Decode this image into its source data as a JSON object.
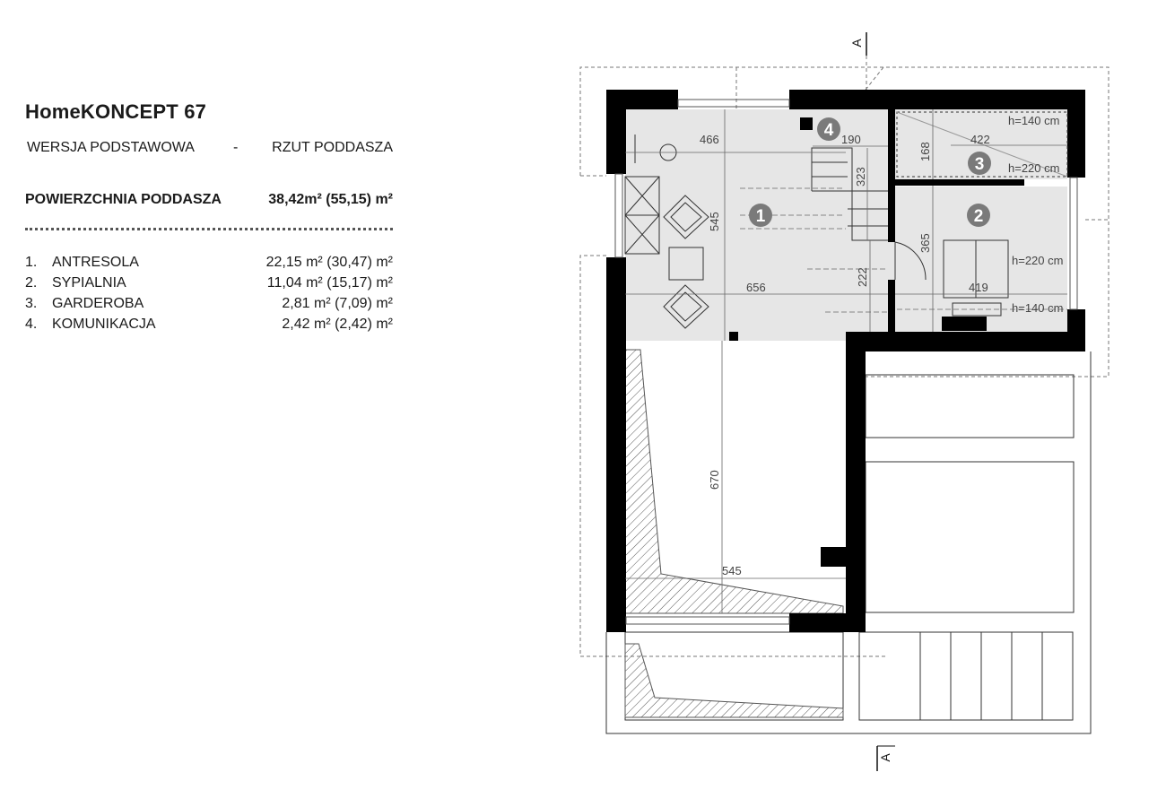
{
  "legend": {
    "title": "HomeKONCEPT 67",
    "version": "WERSJA  PODSTAWOWA",
    "dash": "-",
    "plan_name": "RZUT PODDASZA",
    "area_label": "POWIERZCHNIA PODDASZA",
    "area_value": "38,42m²  (55,15) m²",
    "rooms": [
      {
        "num": "1.",
        "name": "ANTRESOLA",
        "area": "22,15 m² (30,47) m²"
      },
      {
        "num": "2.",
        "name": "SYPIALNIA",
        "area": "11,04 m² (15,17) m²"
      },
      {
        "num": "3.",
        "name": "GARDEROBA",
        "area": "2,81 m²   (7,09) m²"
      },
      {
        "num": "4.",
        "name": "KOMUNIKACJA",
        "area": "2,42 m²   (2,42) m²"
      }
    ]
  },
  "plan": {
    "section_top": "A",
    "section_bottom": "A",
    "badges": [
      "1",
      "2",
      "3",
      "4"
    ],
    "dimensions": {
      "d466": "466",
      "d190": "190",
      "d422": "422",
      "d168": "168",
      "d323": "323",
      "d545_v": "545",
      "d365": "365",
      "d222": "222",
      "d656": "656",
      "d419": "419",
      "d670": "670",
      "d545_h": "545"
    },
    "heights": {
      "h140_top": "h=140 cm",
      "h220_closet": "h=220 cm",
      "h220_bed": "h=220 cm",
      "h140_bottom": "h=140 cm"
    },
    "colors": {
      "wall": "#000000",
      "floor": "#e6e6e6",
      "badge": "#7a7a7a",
      "line": "#666666"
    }
  }
}
